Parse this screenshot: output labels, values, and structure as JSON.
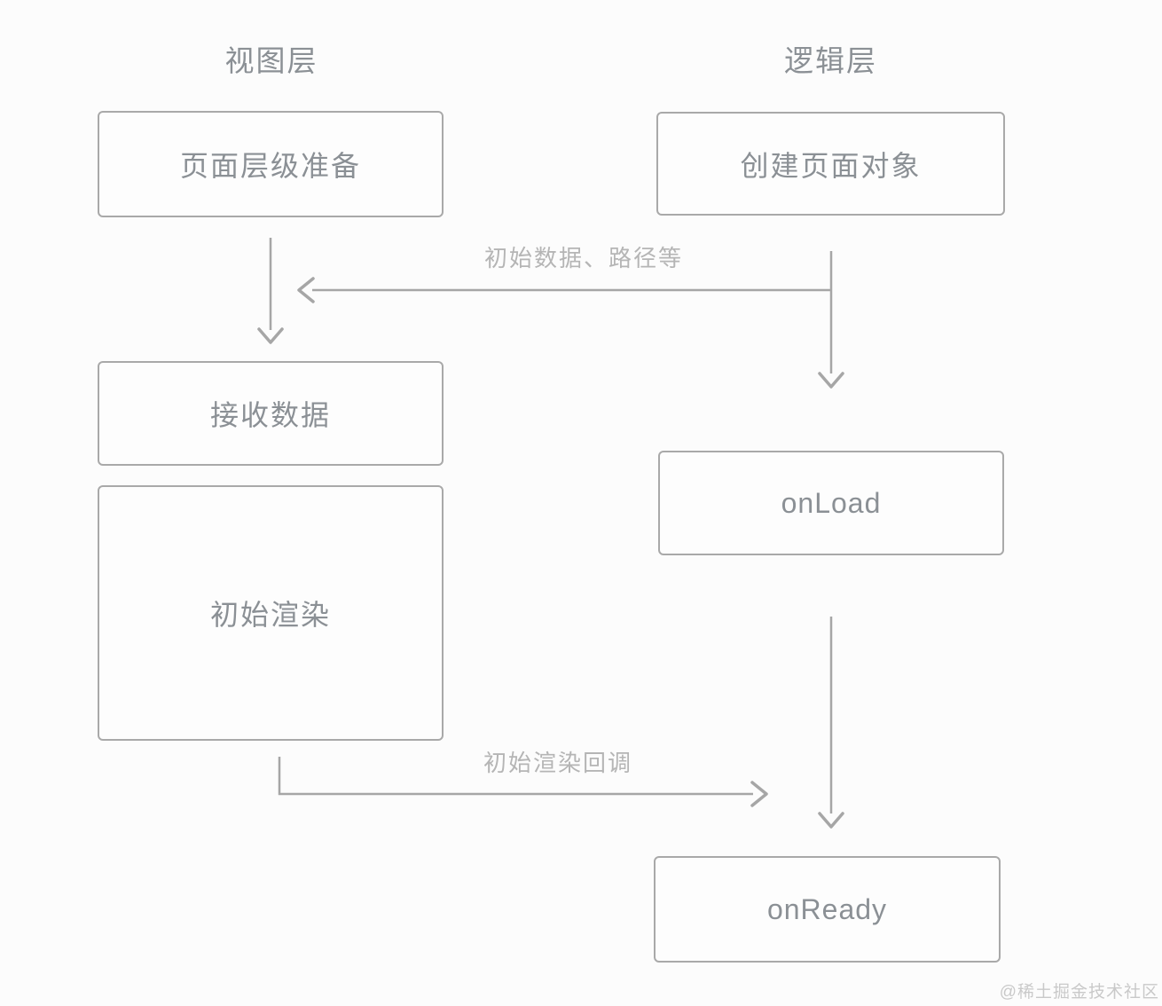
{
  "headers": {
    "view_layer": "视图层",
    "logic_layer": "逻辑层"
  },
  "nodes": {
    "page_prepare": "页面层级准备",
    "create_page_object": "创建页面对象",
    "receive_data": "接收数据",
    "initial_render": "初始渲染",
    "on_load": "onLoad",
    "on_ready": "onReady"
  },
  "edge_labels": {
    "initial_data": "初始数据、路径等",
    "render_callback": "初始渲染回调"
  },
  "watermark": "@稀土掘金技术社区",
  "colors": {
    "line": "#a6a6a6",
    "box_border": "#a9a9a9",
    "node_text": "#8b9095",
    "edge_label_text": "#b5b5b5",
    "watermark_text": "#c9c9c9",
    "background": "#fcfcfc"
  }
}
